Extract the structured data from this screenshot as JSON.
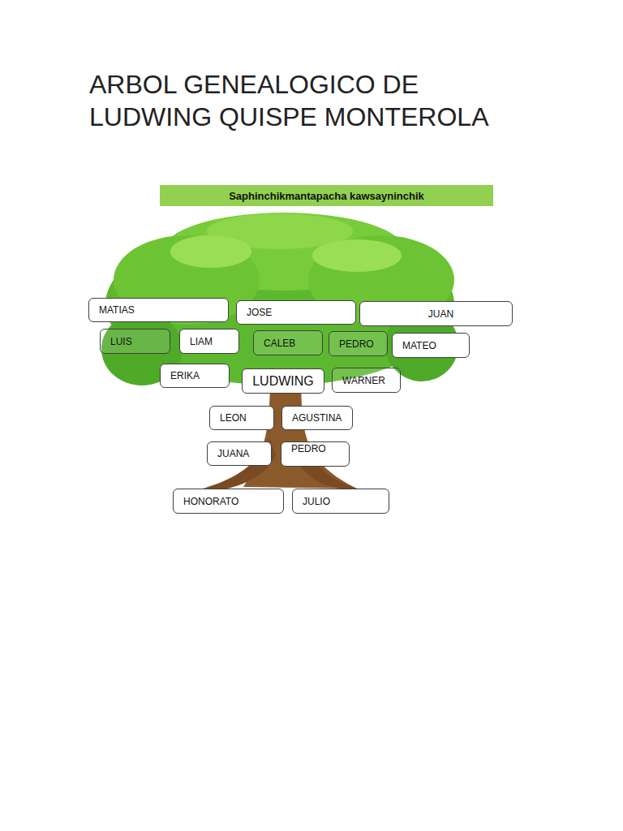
{
  "diagram": {
    "title": "ARBOL GENEALOGICO DE LUDWING QUISPE MONTEROLA",
    "nodes": [
      {
        "text": [
          "Saphinchikmantapacha kawsayninchik"
        ]
      },
      {
        "text": [
          "MATIAS"
        ]
      },
      {
        "text": [
          "JOSE"
        ]
      },
      {
        "text": [
          "JUAN"
        ]
      },
      {
        "text": [
          "LUIS"
        ]
      },
      {
        "text": [
          "LIAM"
        ]
      },
      {
        "text": [
          "CALEB"
        ]
      },
      {
        "text": [
          "PEDRO"
        ]
      },
      {
        "text": [
          "MATEO"
        ]
      },
      {
        "text": [
          "ERIKA"
        ]
      },
      {
        "text": [
          "LUDWING"
        ]
      },
      {
        "text": [
          "WARNER"
        ]
      },
      {
        "text": [
          "LEON"
        ]
      },
      {
        "text": [
          "AGUSTINA"
        ]
      },
      {
        "text": [
          "JUANA"
        ]
      },
      {
        "text": [
          "PEDRO"
        ]
      },
      {
        "text": [
          "HONORATO"
        ]
      },
      {
        "text": [
          "JULIO"
        ]
      }
    ]
  }
}
